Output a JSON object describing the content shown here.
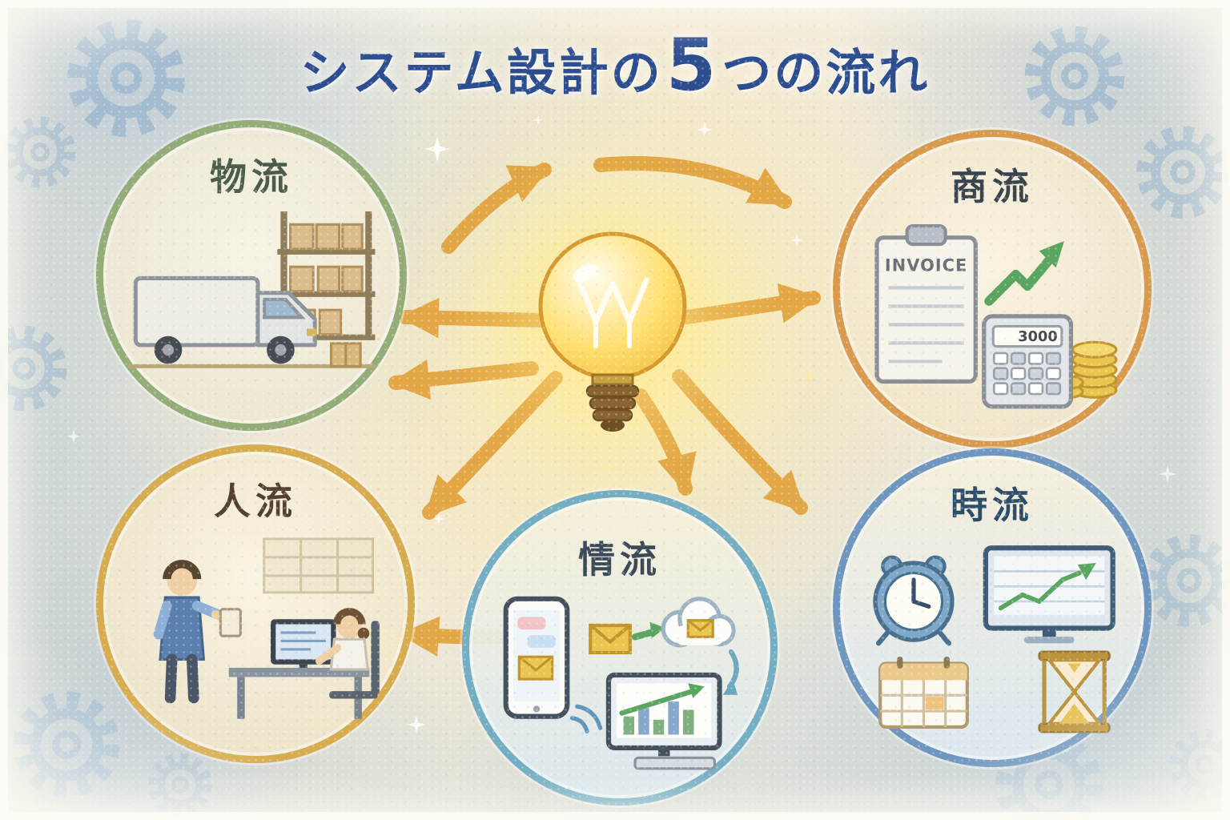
{
  "title": {
    "prefix": "システム設計の",
    "number": "5",
    "suffix": "つの流れ"
  },
  "center": {
    "icon": "lightbulb-idea"
  },
  "nodes": {
    "logistics": {
      "label": "物流",
      "icons": [
        "delivery-truck",
        "warehouse-shelf",
        "cargo-box"
      ]
    },
    "commerce": {
      "label": "商流",
      "invoice_title": "INVOICE",
      "calculator_display": "3000",
      "icons": [
        "invoice",
        "calculator",
        "coin-stacks",
        "growth-arrow"
      ]
    },
    "people": {
      "label": "人流",
      "icons": [
        "person-standing",
        "person-sitting",
        "desk-computer",
        "shelf"
      ]
    },
    "information": {
      "label": "情流",
      "icons": [
        "smartphone",
        "mail-envelope",
        "cloud-mail",
        "monitor-chart",
        "keyboard"
      ]
    },
    "time": {
      "label": "時流",
      "icons": [
        "alarm-clock",
        "monitor-graph",
        "calendar",
        "hourglass"
      ]
    }
  },
  "colors": {
    "title-color": "#2c4d8f",
    "arrow-color": "#e2a23b",
    "ring-logistics": "#94ad78",
    "ring-commerce": "#d89a4c",
    "ring-people": "#d6ac4e",
    "ring-information": "#74aec2",
    "ring-time": "#6e96bf",
    "label-logistics": "#4c5c4a",
    "label-commerce": "#3a444c",
    "label-people": "#54402b",
    "label-information": "#3c4a58",
    "label-time": "#2e4d68",
    "background-paper": "#f2ead6",
    "growth-green": "#5aa55f",
    "coin-gold": "#eac54f"
  }
}
